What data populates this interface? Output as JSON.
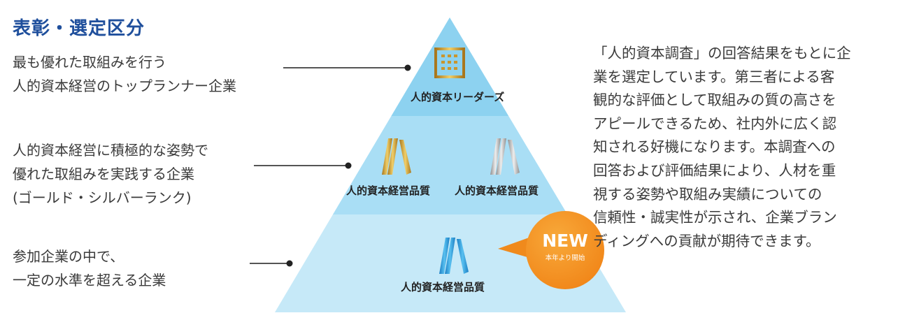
{
  "title": "表彰・選定区分",
  "tiers": [
    {
      "description": [
        "最も優れた取組みを行う",
        "人的資本経営のトップランナー企業"
      ],
      "award_labels": [
        "人的資本リーダーズ"
      ]
    },
    {
      "description": [
        "人的資本経営に積極的な姿勢で",
        "優れた取組みを実践する企業",
        "(ゴールド・シルバーランク)"
      ],
      "award_labels": [
        "人的資本経営品質",
        "人的資本経営品質"
      ]
    },
    {
      "description": [
        "参加企業の中で、",
        "一定の水準を超える企業"
      ],
      "award_labels": [
        "人的資本経営品質"
      ]
    }
  ],
  "badge": {
    "title": "NEW",
    "subtitle": "本年より開始"
  },
  "explanation": [
    "「人的資本調査」の回答結果をもとに企",
    "業を選定しています。第三者による客",
    "観的な評価として取組みの質の高さを",
    "アピールできるため、社内外に広く認",
    "知される好機になります。本調査への",
    "回答および評価結果により、人材を重",
    "視する姿勢や取組み実績についての",
    "信頼性・誠実性が示され、企業ブラン",
    "ディングへの貢献が期待できます。"
  ],
  "colors": {
    "tier_top": "#8dd2f0",
    "tier_mid": "#a9def5",
    "tier_bottom": "#c6e9f8",
    "gold": "#c9962e",
    "silver": "#b5b5b5",
    "blue": "#2e9ad6",
    "badge": "#f08a1c"
  }
}
